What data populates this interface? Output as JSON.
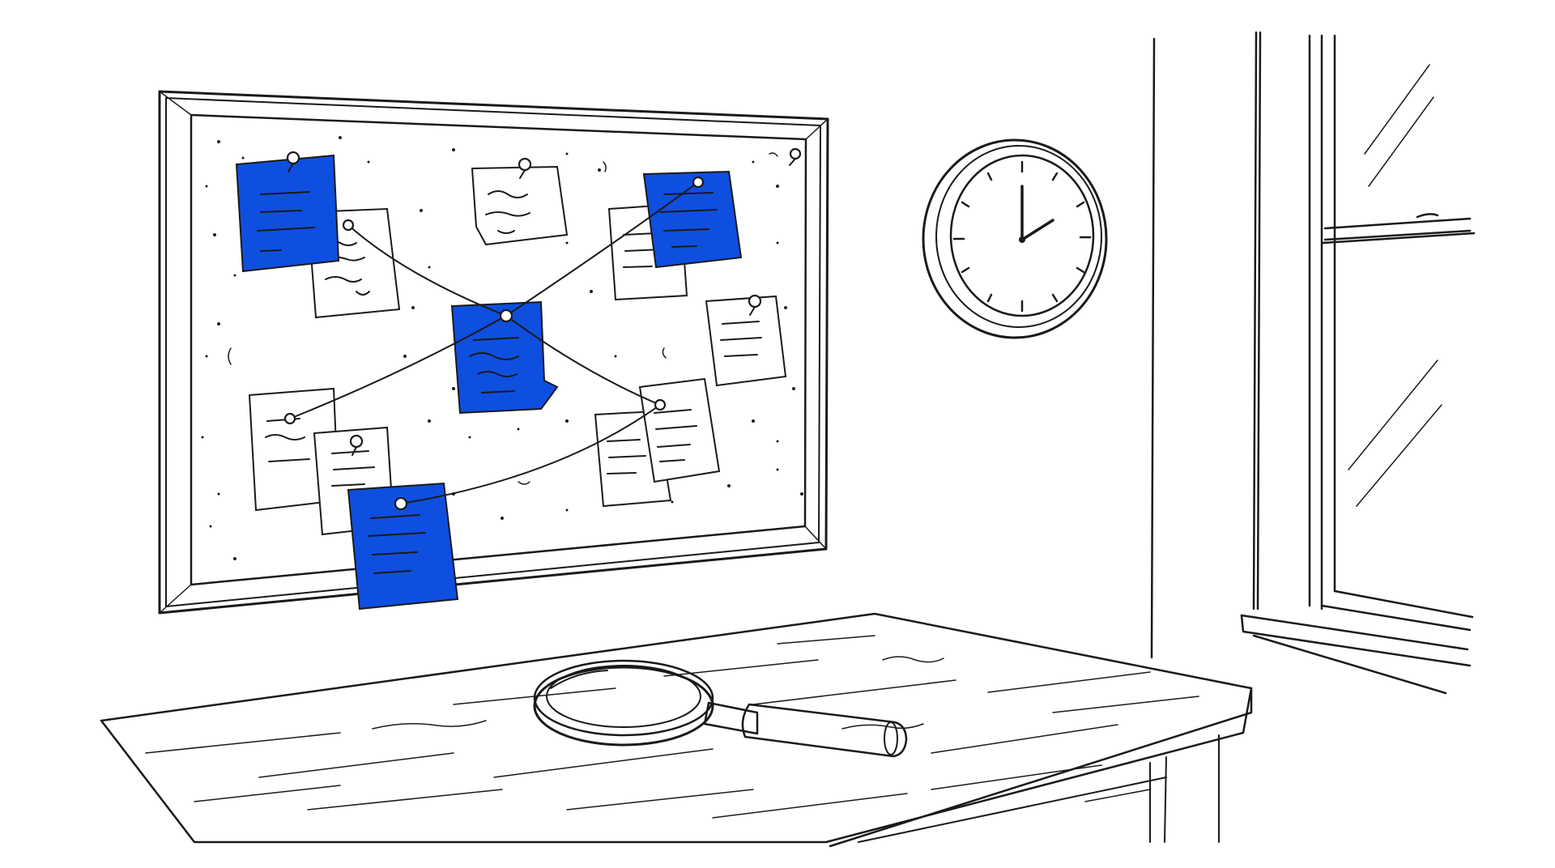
{
  "scene": {
    "description_free": true,
    "colors": {
      "ink": "#1a1a1a",
      "background": "#ffffff",
      "note_blue": "#0f4fe0",
      "paper": "#ffffff"
    },
    "icons": {
      "board": "corkboard",
      "clock": "wall-clock",
      "tool": "magnifying-glass",
      "window": "window"
    },
    "clock": {
      "hour": 2,
      "minute": 0
    },
    "blue_note_count": 4,
    "white_note_count": 8
  }
}
